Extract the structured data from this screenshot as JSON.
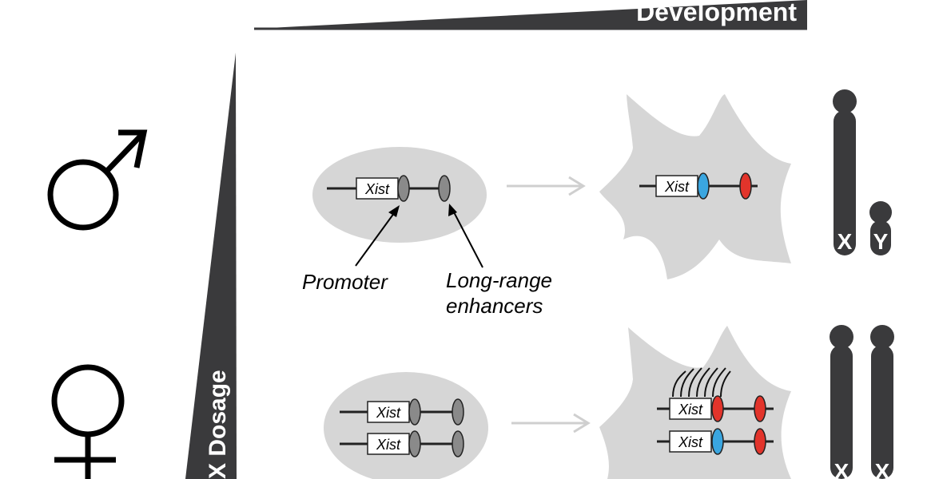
{
  "header": {
    "development_label": "Development"
  },
  "axis": {
    "dosage_label": "X Dosage"
  },
  "labels": {
    "promoter": "Promoter",
    "enhancer_line1": "Long-range",
    "enhancer_line2": "enhancers"
  },
  "gene": {
    "name": "Xist"
  },
  "chromosomes": {
    "male": [
      "X",
      "Y"
    ],
    "female": [
      "X",
      "X"
    ]
  },
  "colors": {
    "dark": "#3a3a3c",
    "cell_fill": "#d6d6d6",
    "arrow_gray": "#cfcfcf",
    "element_gray": "#8a8a8a",
    "active_blue": "#3aa6e0",
    "enhancer_red": "#e2342b"
  },
  "symbols": {
    "male": "male-symbol-icon",
    "female": "female-symbol-icon"
  }
}
